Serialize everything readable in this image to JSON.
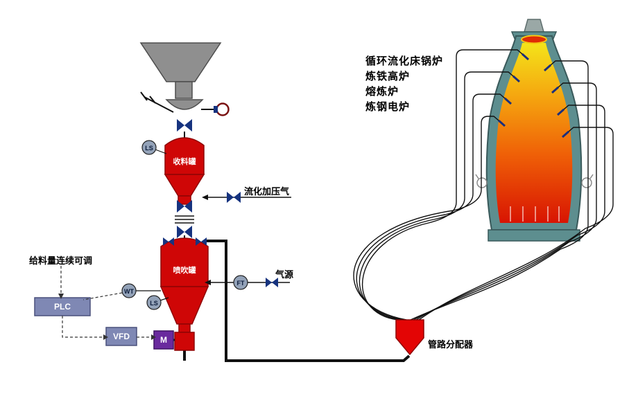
{
  "diagram": {
    "applications": [
      "循环流化床锅炉",
      "炼铁高炉",
      "熔炼炉",
      "炼钢电炉"
    ],
    "labels": {
      "receiving_tank": "收料罐",
      "injection_tank": "喷吹罐",
      "fluidizing_gas": "流化加压气",
      "gas_source": "气源",
      "feed_note": "给料量连续可调",
      "distributor": "管路分配器"
    },
    "instruments": {
      "ls_top": "LS",
      "wt": "WT",
      "ls_bottom": "LS",
      "ft": "FT"
    },
    "control": {
      "plc": "PLC",
      "vfd": "VFD",
      "motor": "M"
    },
    "colors": {
      "vessel_red": "#cf0606",
      "valve_blue": "#16337f",
      "instrument_fill": "#93a2b8",
      "control_box": "#7f88b4",
      "motor_purple": "#6a2a9e",
      "hopper_gray": "#8f8f8f",
      "distributor_red": "#e30505",
      "furnace_shell": "#5d8e8f",
      "melt_top": "#f4e41a",
      "melt_mid": "#ef6007",
      "melt_bottom": "#d81402",
      "pipe_black": "#111111"
    }
  }
}
